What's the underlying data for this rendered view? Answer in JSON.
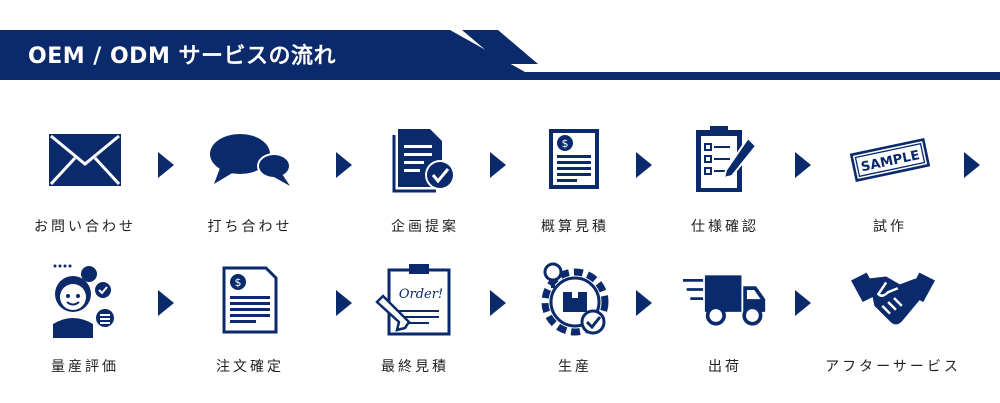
{
  "header": {
    "title": "OEM / ODM サービスの流れ"
  },
  "colors": {
    "brand": "#0a2a6b",
    "text": "#222222"
  },
  "steps": [
    {
      "label": "お問い合わせ",
      "icon": "envelope-icon"
    },
    {
      "label": "打ち合わせ",
      "icon": "chat-bubbles-icon"
    },
    {
      "label": "企画提案",
      "icon": "document-check-icon"
    },
    {
      "label": "概算見積",
      "icon": "price-document-icon"
    },
    {
      "label": "仕様確認",
      "icon": "clipboard-checklist-icon"
    },
    {
      "label": "試作",
      "icon": "sample-stamp-icon"
    },
    {
      "label": "量産評価",
      "icon": "evaluation-person-icon"
    },
    {
      "label": "注文確定",
      "icon": "order-document-icon"
    },
    {
      "label": "最終見積",
      "icon": "order-clipboard-icon"
    },
    {
      "label": "生産",
      "icon": "production-gear-icon"
    },
    {
      "label": "出荷",
      "icon": "delivery-truck-icon"
    },
    {
      "label": "アフターサービス",
      "icon": "handshake-icon"
    }
  ],
  "stamp_text": "SAMPLE",
  "order_text": "Order!"
}
